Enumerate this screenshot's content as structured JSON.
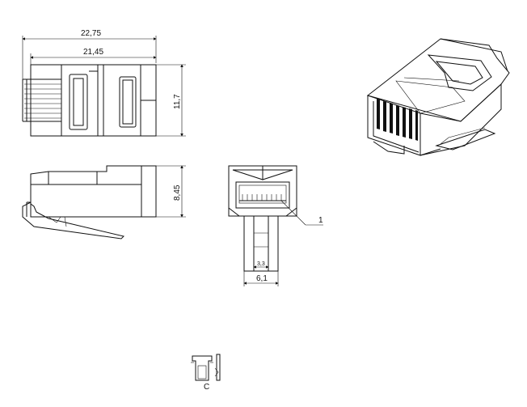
{
  "drawing": {
    "dimensions": {
      "total_length": "22,75",
      "body_length": "21,45",
      "width": "11,7",
      "height": "8,45",
      "inner_width": "3,3",
      "outer_width": "6,1"
    },
    "callouts": {
      "contact_ref": "1",
      "detail_ref": "C"
    }
  }
}
